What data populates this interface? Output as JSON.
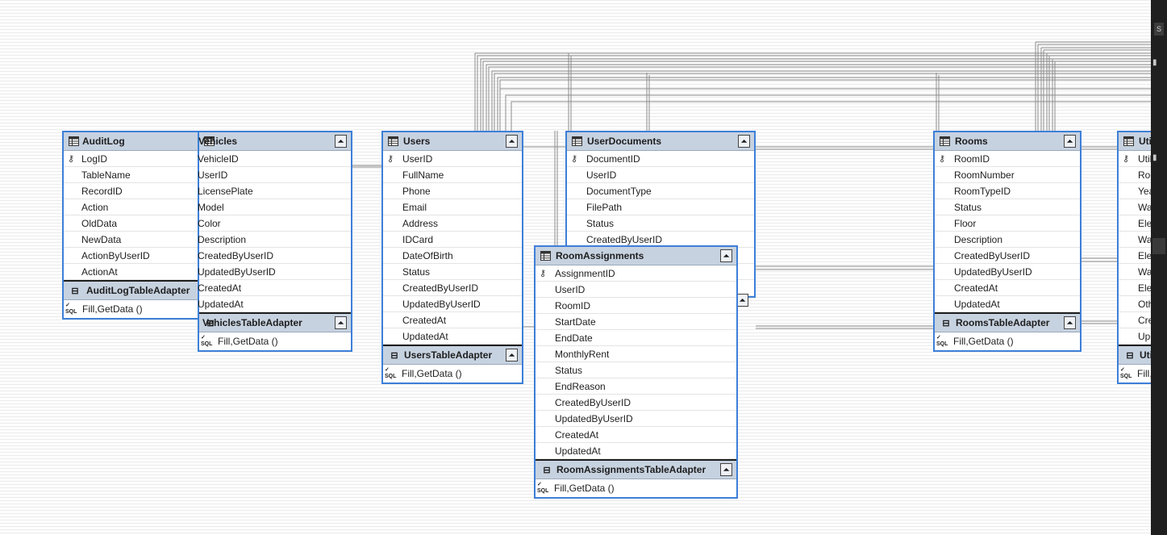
{
  "tables": [
    {
      "id": "auditlog",
      "name": "AuditLog",
      "columns": [
        "LogID",
        "TableName",
        "RecordID",
        "Action",
        "OldData",
        "NewData",
        "ActionByUserID",
        "ActionAt"
      ],
      "key_column": "LogID",
      "adapter": "AuditLogTableAdapter",
      "method": "Fill,GetData ()"
    },
    {
      "id": "vehicles",
      "name": "Vehicles",
      "columns": [
        "VehicleID",
        "UserID",
        "LicensePlate",
        "Model",
        "Color",
        "Description",
        "CreatedByUserID",
        "UpdatedByUserID",
        "CreatedAt",
        "UpdatedAt"
      ],
      "adapter": "VehiclesTableAdapter",
      "method": "Fill,GetData ()"
    },
    {
      "id": "users",
      "name": "Users",
      "columns": [
        "UserID",
        "FullName",
        "Phone",
        "Email",
        "Address",
        "IDCard",
        "DateOfBirth",
        "Status",
        "CreatedByUserID",
        "UpdatedByUserID",
        "CreatedAt",
        "UpdatedAt"
      ],
      "key_column": "UserID",
      "adapter": "UsersTableAdapter",
      "method": "Fill,GetData ()"
    },
    {
      "id": "userdocuments",
      "name": "UserDocuments",
      "columns": [
        "DocumentID",
        "UserID",
        "DocumentType",
        "FilePath",
        "Status",
        "CreatedByUserID"
      ],
      "key_column": "DocumentID"
    },
    {
      "id": "roomassignments",
      "name": "RoomAssignments",
      "columns": [
        "AssignmentID",
        "UserID",
        "RoomID",
        "StartDate",
        "EndDate",
        "MonthlyRent",
        "Status",
        "EndReason",
        "CreatedByUserID",
        "UpdatedByUserID",
        "CreatedAt",
        "UpdatedAt"
      ],
      "key_column": "AssignmentID",
      "adapter": "RoomAssignmentsTableAdapter",
      "method": "Fill,GetData ()"
    },
    {
      "id": "rooms",
      "name": "Rooms",
      "columns": [
        "RoomID",
        "RoomNumber",
        "RoomTypeID",
        "Status",
        "Floor",
        "Description",
        "CreatedByUserID",
        "UpdatedByUserID",
        "CreatedAt",
        "UpdatedAt"
      ],
      "key_column": "RoomID",
      "adapter": "RoomsTableAdapter",
      "method": "Fill,GetData ()"
    },
    {
      "id": "utilities",
      "name": "Uti",
      "columns": [
        "Utili",
        "Roo",
        "Yea",
        "Wa",
        "Elec",
        "Wa",
        "Elec",
        "Wa",
        "Elec",
        "Oth",
        "Cre",
        "Upd"
      ],
      "key_column": "Utili",
      "adapter": "Uti",
      "method": "Fill,"
    }
  ],
  "icons": {
    "table": "datatable-icon",
    "key": "primary-key-icon",
    "collapse": "collapse-chevron-icon",
    "adapter": "table-adapter-icon",
    "method": "sql-query-icon"
  },
  "side_panel": {
    "tab": "S"
  },
  "colors": {
    "border": "#3d7fd8",
    "header": "#c7d2e0",
    "wire": "#8c8c8c"
  }
}
